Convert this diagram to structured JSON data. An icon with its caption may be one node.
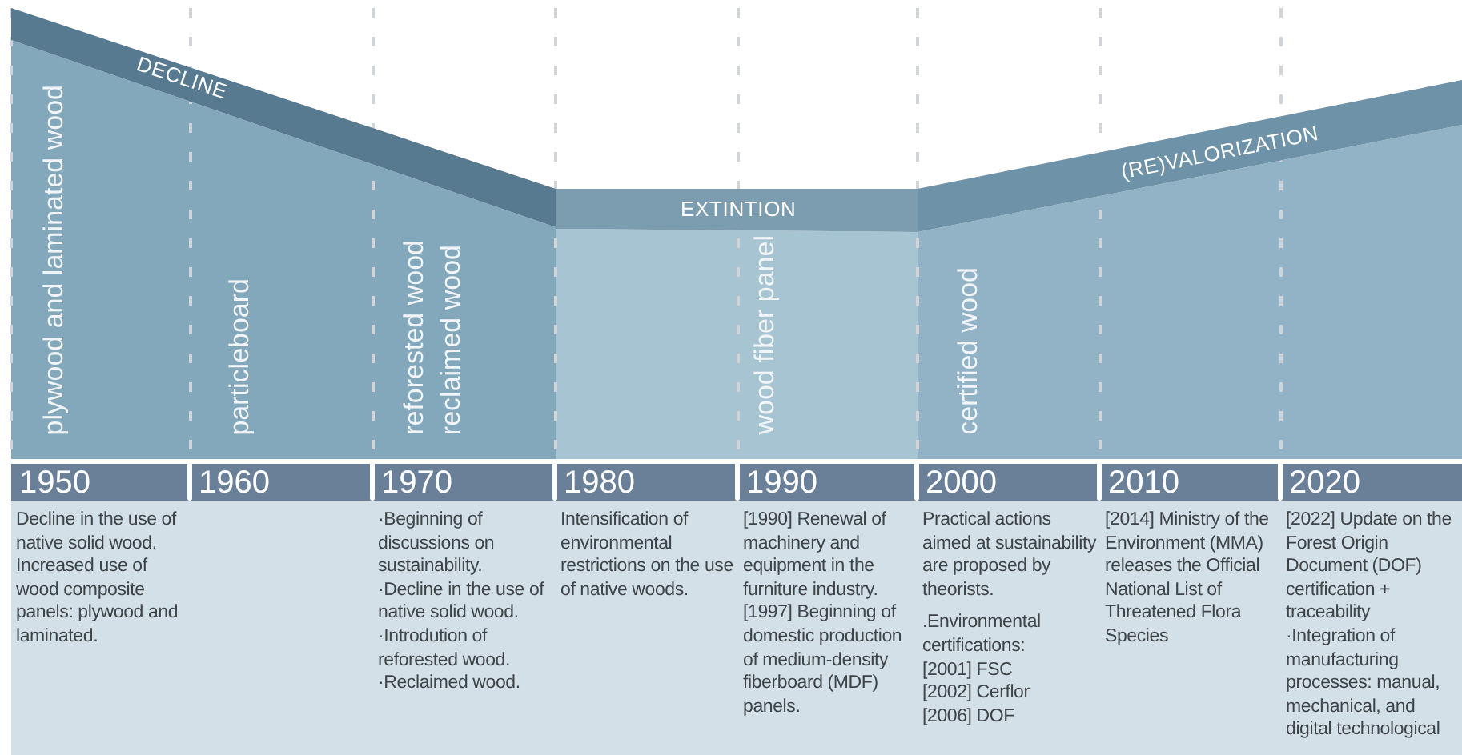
{
  "diagram": {
    "nodes": [
      {
        "text": [
          "DECLINE"
        ]
      },
      {
        "text": [
          "EXTINTION"
        ]
      },
      {
        "text": [
          "(RE)VALORIZATION"
        ]
      }
    ],
    "labels": [
      "plywood and laminated wood",
      "particleboard",
      "reforested wood",
      "reclaimed wood",
      "wood fiber panel",
      "certified wood",
      "1950",
      "1960",
      "1970",
      "1980",
      "1990",
      "2000",
      "2010",
      "2020",
      "Decline in the use of native solid wood. Increased use of wood composite panels: plywood and laminated.",
      "·Beginning of discussions on sustainability.",
      "·Decline in the use of native solid wood.",
      "·Introdution of reforested wood.",
      "·Reclaimed wood.",
      "Intensification of environmental restrictions on the use of native woods.",
      "[1990] Renewal of machinery and equipment in the furniture industry.",
      "[1997] Beginning of domestic production of medium-density fiberboard (MDF) panels.",
      "Practical actions aimed at sustainability are proposed by theorists.",
      ".Environmental certifications:",
      "[2001] FSC",
      "[2002] Cerflor",
      "[2006] DOF",
      "[2014] Ministry of the Environment (MMA) releases the Official National List of Threatened Flora Species",
      "[2022] Update on the Forest Origin Document (DOF) certification + traceability",
      "·Integration of manufacturing processes: manual, mechanical, and digital technological"
    ]
  }
}
